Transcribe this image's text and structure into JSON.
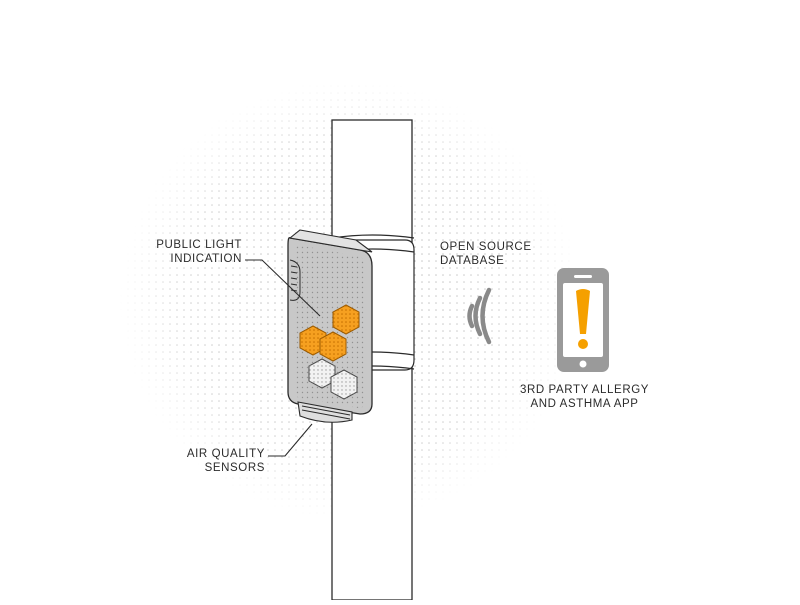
{
  "labels": {
    "public_light": [
      "PUBLIC LIGHT",
      "INDICATION"
    ],
    "air_quality": [
      "AIR QUALITY",
      "SENSORS"
    ],
    "open_source": [
      "OPEN SOURCE",
      "DATABASE"
    ],
    "app": [
      "3RD PARTY ALLERGY",
      "AND ASTHMA APP"
    ]
  },
  "colors": {
    "stroke": "#2b2b2b",
    "pole_fill": "#ffffff",
    "device_fill": "#c8c8c8",
    "hex_orange": "#f6a020",
    "hex_white": "#f2f2f2",
    "signal": "#8a8a8a",
    "phone_body": "#9a9a9a",
    "phone_screen": "#ffffff",
    "alert": "#f5a000",
    "dots": "#bdbdbd"
  },
  "icons": {
    "signal": "wireless-signal-icon",
    "alert": "exclamation-alert-icon"
  }
}
